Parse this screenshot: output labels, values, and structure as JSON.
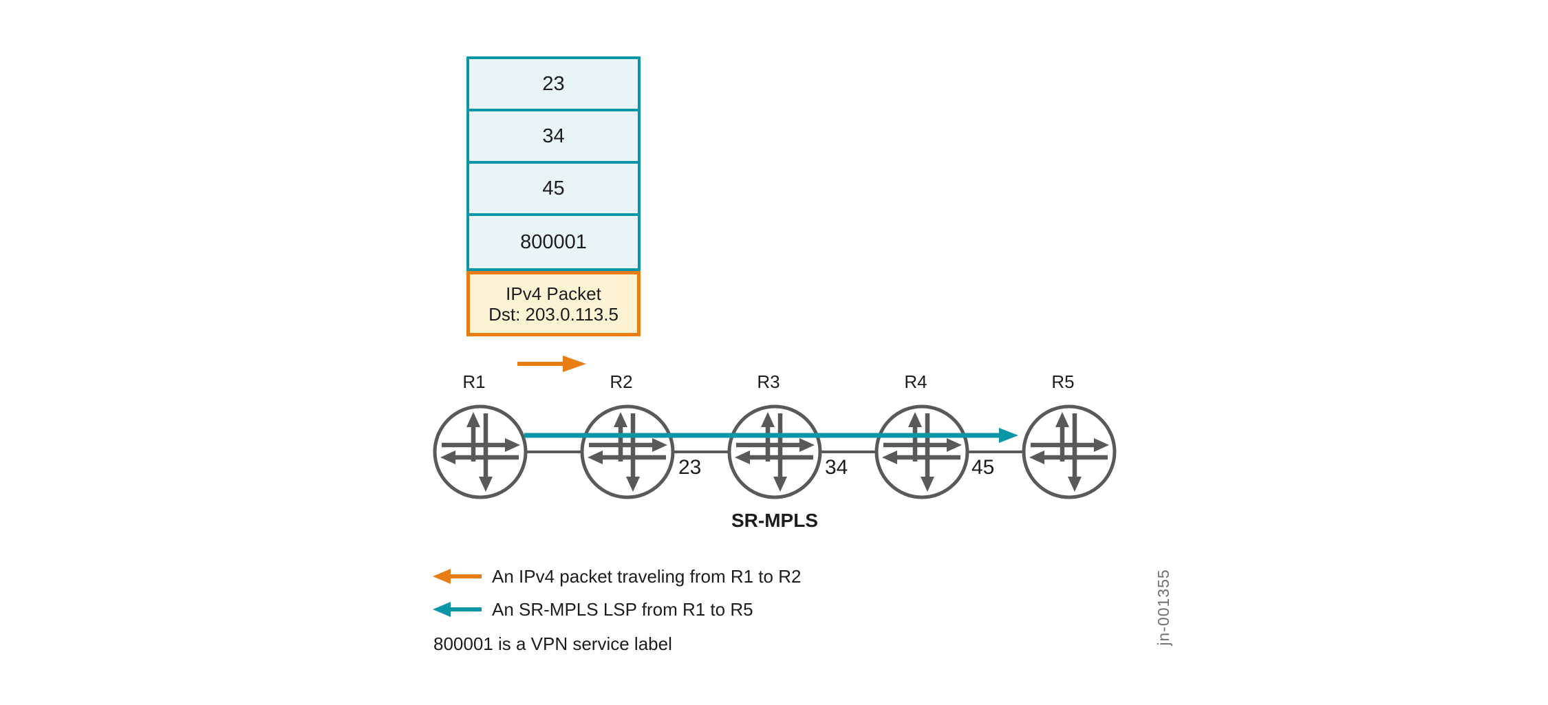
{
  "colors": {
    "teal": "#0a96a7",
    "teal-fill": "#e9f4f7",
    "orange": "#e87c15",
    "orange-fill": "#fcf3d4",
    "gray": "#58595b",
    "ink": "#1c1c1c",
    "figure-id-gray": "#707175"
  },
  "label_stack": {
    "labels": [
      "23",
      "34",
      "45",
      "800001"
    ],
    "packet": {
      "line1": "IPv4 Packet",
      "line2": "Dst: 203.0.113.5"
    }
  },
  "routers": [
    "R1",
    "R2",
    "R3",
    "R4",
    "R5"
  ],
  "link_labels": [
    "23",
    "34",
    "45"
  ],
  "network_caption": "SR-MPLS",
  "legend": {
    "items": [
      {
        "icon": "orange-left-arrow-icon",
        "label": "An IPv4 packet traveling from R1 to R2"
      },
      {
        "icon": "teal-left-arrow-icon",
        "label": "An SR-MPLS LSP from R1 to R5"
      }
    ],
    "note": "800001 is a VPN service label"
  },
  "figure_id": "jn-001355"
}
